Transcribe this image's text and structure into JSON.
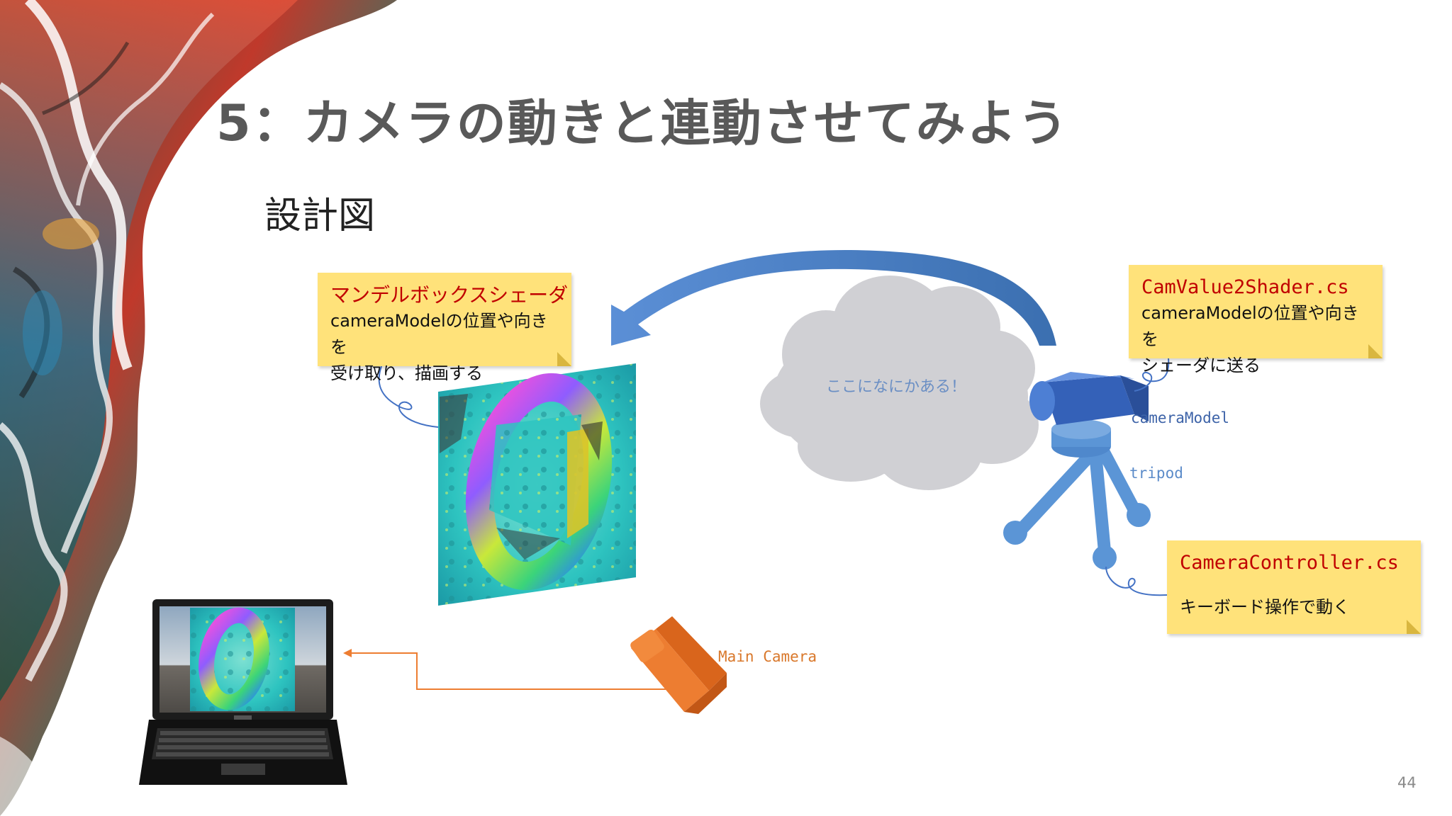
{
  "slide": {
    "title": "5：カメラの動きと連動させてみよう",
    "subtitle": "設計図",
    "page_number": "44"
  },
  "notes": {
    "shader": {
      "title": "マンデルボックスシェーダ",
      "body": "cameraModelの位置や向きを\n受け取り、描画する"
    },
    "cam_value": {
      "title": "CamValue2Shader.cs",
      "body": "cameraModelの位置や向きを\nシェーダに送る"
    },
    "camera_controller": {
      "title": "CameraController.cs",
      "body": "キーボード操作で動く"
    }
  },
  "cloud": {
    "text": "ここになにかある！"
  },
  "labels": {
    "camera_model": "cameraModel",
    "tripod": "tripod",
    "main_camera": "Main Camera"
  },
  "colors": {
    "title": "#595959",
    "note_fill": "#ffe27a",
    "note_title": "#c00000",
    "arrow_blue": "#3b6fb0",
    "camera_blue": "#4a74c9",
    "tripod_blue": "#5b95d6",
    "main_camera_orange": "#ed7d31",
    "cloud_gray": "#d0d0d4",
    "fractal_teal": "#2ec4c0"
  },
  "icons": {
    "laptop": "laptop-icon",
    "camera_model": "camera-model-icon",
    "main_camera": "main-camera-icon",
    "cloud": "cloud-shape"
  }
}
